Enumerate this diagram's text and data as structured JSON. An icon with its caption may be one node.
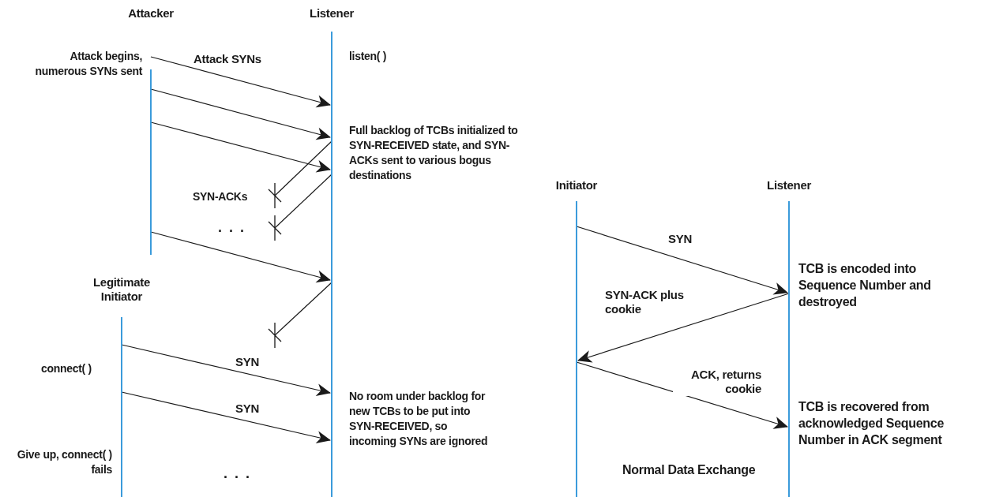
{
  "diagram": {
    "nodes": [
      {
        "text": [
          "Attacker"
        ]
      },
      {
        "text": [
          "Listener"
        ]
      },
      {
        "text": [
          "Legitimate Initiator"
        ]
      },
      {
        "text": [
          "Initiator"
        ]
      },
      {
        "text": [
          "Listener"
        ]
      }
    ],
    "edges": [
      {
        "from": 0,
        "to": 1,
        "arrow": "to",
        "label": "Attack SYNs"
      },
      {
        "from": 0,
        "to": 1,
        "arrow": "to"
      },
      {
        "from": 0,
        "to": 1,
        "arrow": "to"
      },
      {
        "from": 1,
        "to": null,
        "arrow": "other"
      },
      {
        "from": 1,
        "to": null,
        "arrow": "other"
      },
      {
        "from": 0,
        "to": 1,
        "arrow": "to"
      },
      {
        "from": 1,
        "to": null,
        "arrow": "other"
      },
      {
        "from": 2,
        "to": 1,
        "arrow": "to",
        "label": "SYN"
      },
      {
        "from": 2,
        "to": 1,
        "arrow": "to",
        "label": "SYN"
      },
      {
        "from": 3,
        "to": 4,
        "arrow": "to",
        "label": "SYN"
      },
      {
        "from": 4,
        "to": 3,
        "arrow": "to",
        "label": "SYN-ACK plus cookie"
      },
      {
        "from": 3,
        "to": 4,
        "arrow": "to",
        "label": "ACK, returns cookie"
      }
    ],
    "labels": [
      "Attack begins, numerous SYNs sent",
      "listen( )",
      "Full backlog of TCBs initialized to SYN-RECEIVED state, and SYN-ACKs sent to various bogus destinations",
      "SYN-ACKs",
      "...",
      "TCB is encoded into Sequence Number and destroyed",
      "connect( )",
      "No room under backlog for new TCBs to be put into SYN-RECEIVED, so incoming SYNs are ignored",
      "TCB is recovered from acknowledged Sequence Number in ACK segment",
      "Give up, connect( ) fails",
      "...",
      "Normal Data Exchange"
    ]
  }
}
